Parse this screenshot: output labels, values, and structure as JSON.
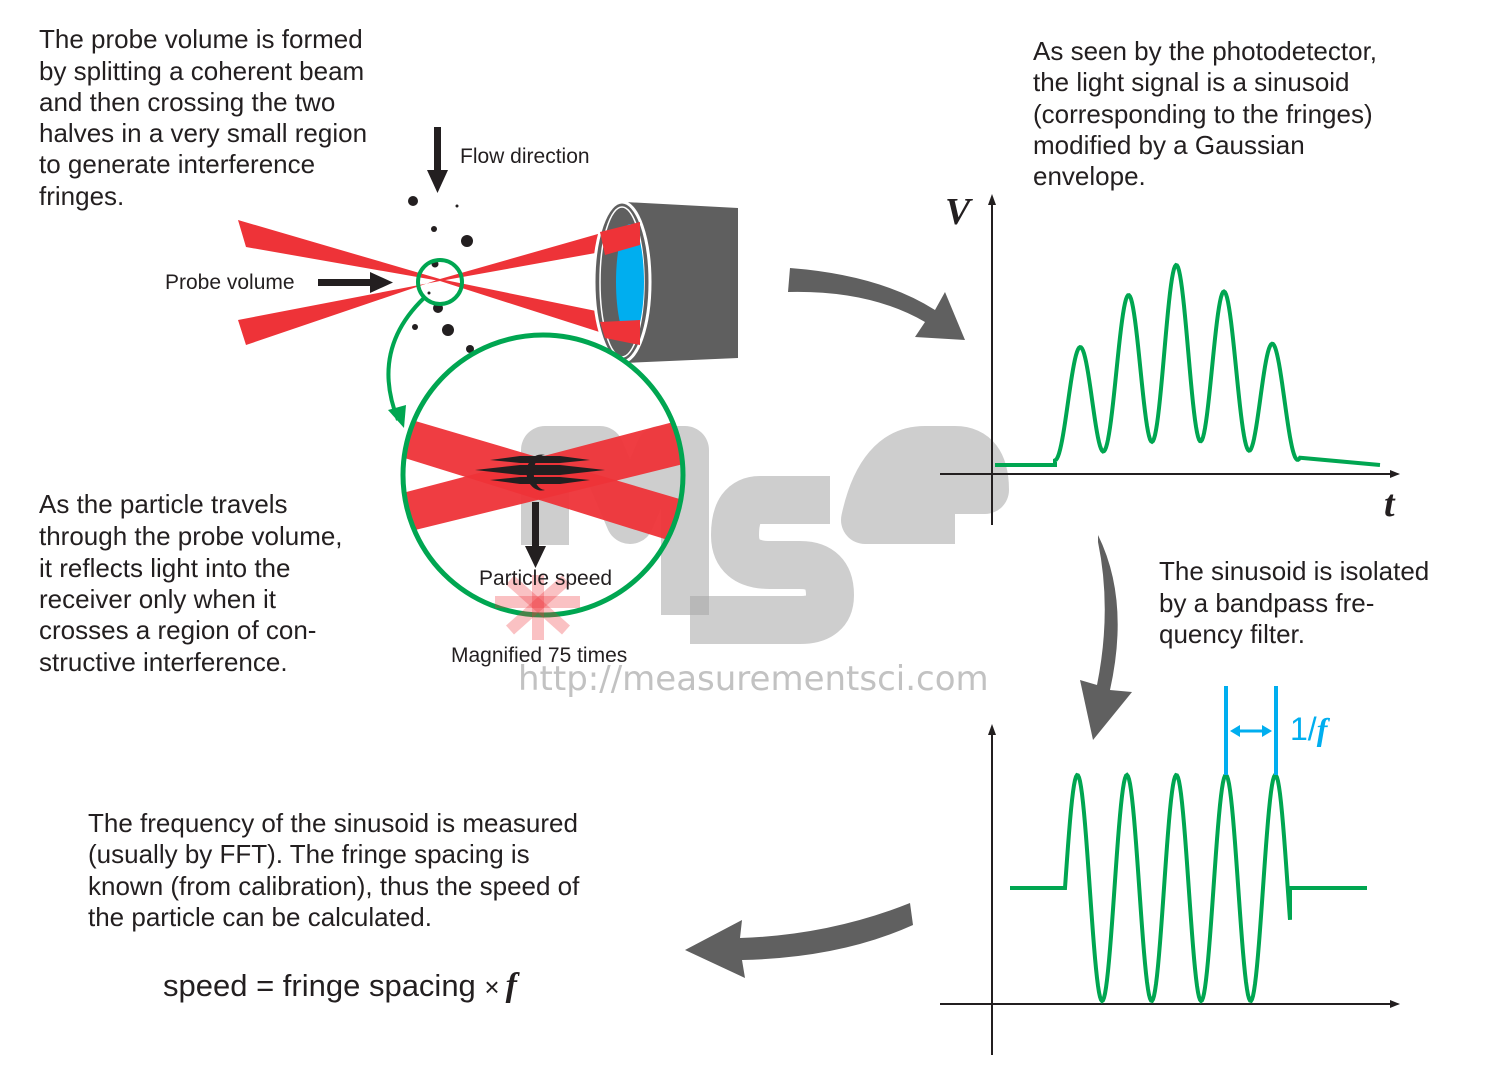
{
  "texts": {
    "probe_formation": [
      "The probe volume is formed",
      "by splitting a coherent beam",
      "and then crossing the two",
      "halves in a very small region",
      "to generate interference",
      "fringes."
    ],
    "particle_travel": [
      "As the particle travels",
      "through the probe volume,",
      "it reflects light into the",
      "receiver only when it",
      "crosses a region of con-",
      "structive interference."
    ],
    "photodetector": [
      "As seen by the photodetector,",
      "the light signal is a sinusoid",
      "(corresponding to the fringes)",
      "modified by a Gaussian",
      "envelope."
    ],
    "bandpass": [
      "The sinusoid is isolated",
      "by a bandpass fre-",
      "quency filter."
    ],
    "frequency": [
      "The frequency of the sinusoid is measured",
      "(usually by FFT). The fringe spacing is",
      "known (from calibration), thus the speed of",
      "the particle can be calculated."
    ],
    "formula": {
      "left": "speed = fringe spacing ",
      "times": "×",
      "var": "f"
    }
  },
  "labels": {
    "flow_direction": "Flow direction",
    "probe_volume": "Probe volume",
    "particle_speed": "Particle speed",
    "magnified": "Magnified 75 times",
    "axis_v": "V",
    "axis_t": "t",
    "period": {
      "prefix": "1/",
      "var": "f"
    }
  },
  "watermark": {
    "url": "http://measurementsci.com",
    "logo": "MSE"
  },
  "colors": {
    "beam": "#ee3338",
    "signal": "#00a651",
    "lens": "#00aeef",
    "receiver": "#5f5f5f",
    "arrow": "#606060",
    "period": "#00aeef"
  }
}
